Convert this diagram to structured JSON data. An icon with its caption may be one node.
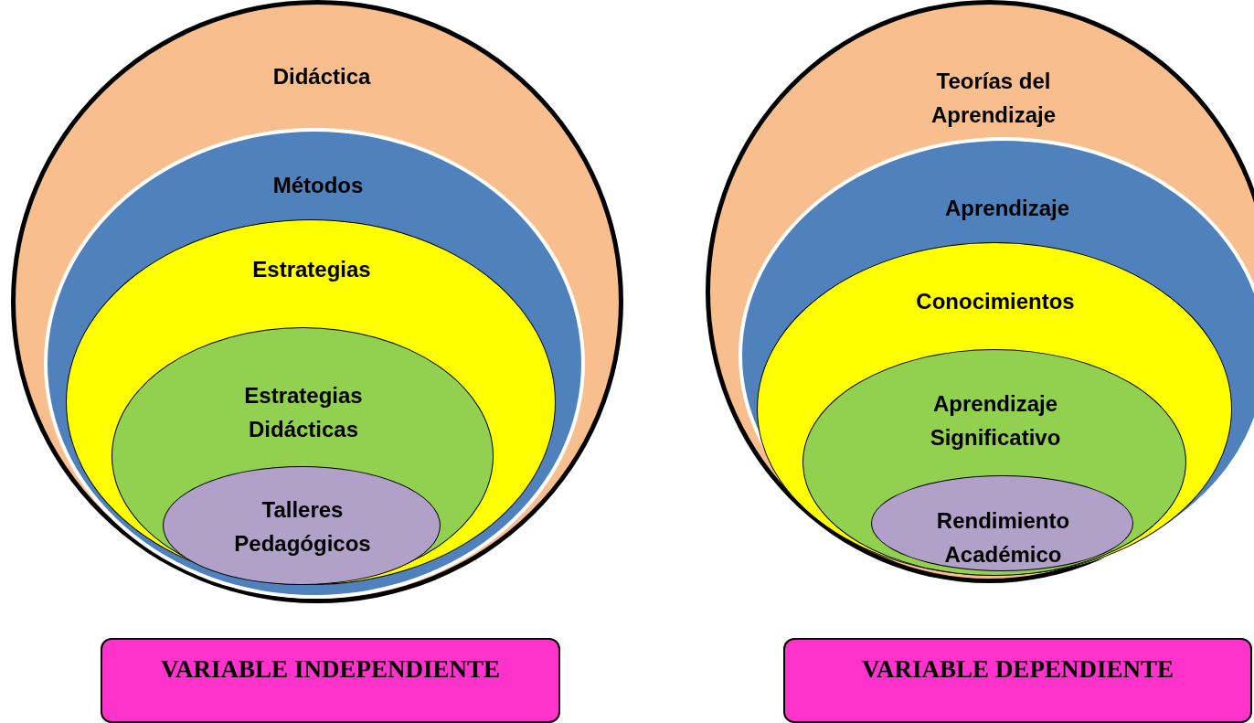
{
  "diagram": {
    "nodes": [
      {
        "text": [
          "Didáctica"
        ]
      },
      {
        "text": [
          "Métodos"
        ],
        "in": 0
      },
      {
        "text": [
          "Estrategias"
        ],
        "in": 1
      },
      {
        "text": [
          "Estrategias Didácticas"
        ],
        "in": 2
      },
      {
        "text": [
          "Talleres Pedagógicos"
        ],
        "in": 3
      },
      {
        "text": [
          "Teorías del Aprendizaje"
        ]
      },
      {
        "text": [
          "Aprendizaje"
        ],
        "in": 5
      },
      {
        "text": [
          "Conocimientos"
        ],
        "in": 6
      },
      {
        "text": [
          "Aprendizaje Significativo"
        ],
        "in": 7
      },
      {
        "text": [
          "Rendimiento Académico"
        ],
        "in": 8
      },
      {
        "text": [
          "VARIABLE  INDEPENDIENTE"
        ]
      },
      {
        "text": [
          "VARIABLE  DEPENDIENTE"
        ]
      }
    ]
  }
}
